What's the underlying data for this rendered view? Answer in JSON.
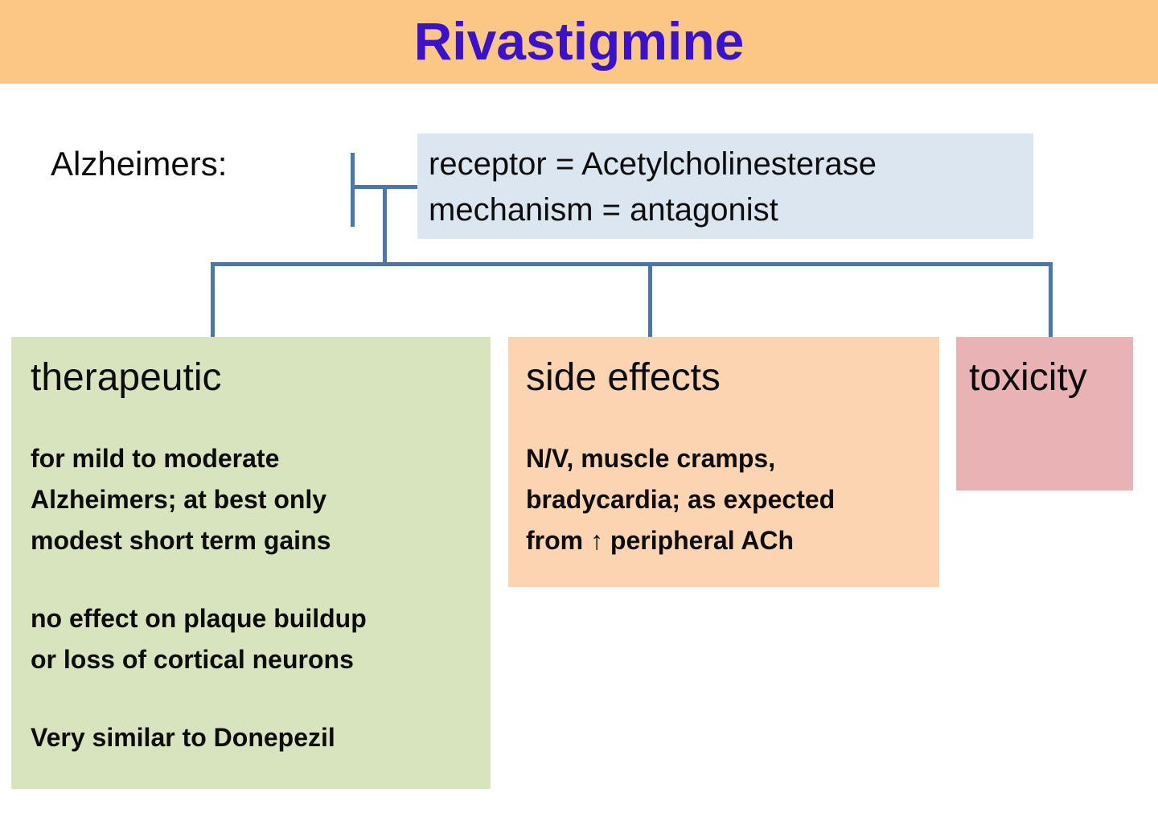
{
  "slide": {
    "title": "Rivastigmine",
    "title_color": "#3a11cc",
    "banner_color": "#fac884",
    "connector_color": "#4a78ad"
  },
  "root": {
    "label": "Alzheimers:"
  },
  "info_box": {
    "background": "#dce6f0",
    "lines": [
      "receptor = Acetylcholinesterase",
      "mechanism = antagonist"
    ]
  },
  "categories": [
    {
      "id": "therapeutic",
      "heading": "therapeutic",
      "background": "#d7e4bd",
      "paragraphs": [
        "for mild to moderate\nAlzheimers; at best only\nmodest short term gains",
        "no effect on plaque buildup\nor loss of cortical neurons",
        "Very similar to Donepezil"
      ],
      "lines": [
        "for mild to moderate",
        "Alzheimers; at best only",
        "modest short term gains",
        "no effect on plaque buildup",
        "or loss of cortical neurons",
        "Very similar to Donepezil"
      ]
    },
    {
      "id": "side-effects",
      "heading": "side effects",
      "background": "#fbd5b2",
      "paragraphs": [
        "N/V, muscle cramps,\nbradycardia; as expected\nfrom ↑ peripheral ACh"
      ],
      "lines": [
        "N/V, muscle cramps,",
        "bradycardia; as expected",
        "from ↑ peripheral ACh"
      ]
    },
    {
      "id": "toxicity",
      "heading": "toxicity",
      "background": "#e9b3b6",
      "paragraphs": [],
      "lines": []
    }
  ]
}
